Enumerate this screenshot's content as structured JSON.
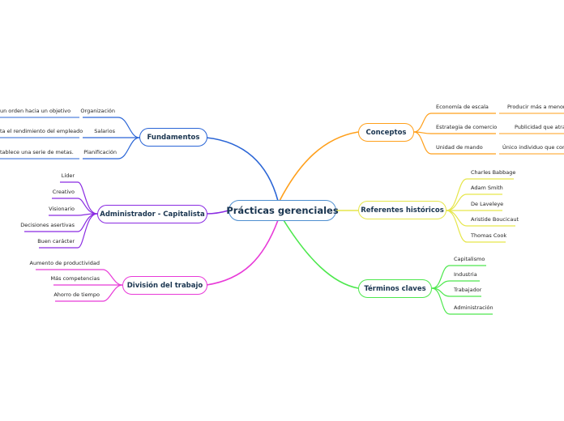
{
  "central": "Prácticas gerenciales",
  "colors": {
    "fundamentos": "#2a65d6",
    "administrador": "#8a2be2",
    "division": "#e83ad8",
    "conceptos": "#ff9f1a",
    "referentes": "#e6e64a",
    "terminos": "#4de84d"
  },
  "branches": {
    "fundamentos": {
      "label": "Fundamentos",
      "items": [
        {
          "label": "Organización",
          "detail": "un orden hacia un objetivo"
        },
        {
          "label": "Salarios",
          "detail": "ta el rendimiento del empleado"
        },
        {
          "label": "Planificación",
          "detail": "tablece una serie de metas."
        }
      ]
    },
    "administrador": {
      "label": "Administrador - Capitalista",
      "items": [
        "Líder",
        "Creativo",
        "Visionario",
        "Decisiones asertivas",
        "Buen carácter"
      ]
    },
    "division": {
      "label": "División del trabajo",
      "items": [
        "Aumento de productividad",
        "Más competencias",
        "Ahorro de tiempo"
      ]
    },
    "conceptos": {
      "label": "Conceptos",
      "items": [
        {
          "label": "Economía de escala",
          "detail": "Producir más a menor pr"
        },
        {
          "label": "Estrategia de comercio",
          "detail": "Publicidad que atrae a"
        },
        {
          "label": "Unidad de mando",
          "detail": "Único individuo que conduc"
        }
      ]
    },
    "referentes": {
      "label": "Referentes históricos",
      "items": [
        "Charles Babbage",
        "Adam Smith",
        "De Laveleye",
        "Aristide Boucicaut",
        "Thomas Cook"
      ]
    },
    "terminos": {
      "label": "Términos claves",
      "items": [
        "Capitalismo",
        "Industria",
        "Trabajador",
        "Administración"
      ]
    }
  }
}
